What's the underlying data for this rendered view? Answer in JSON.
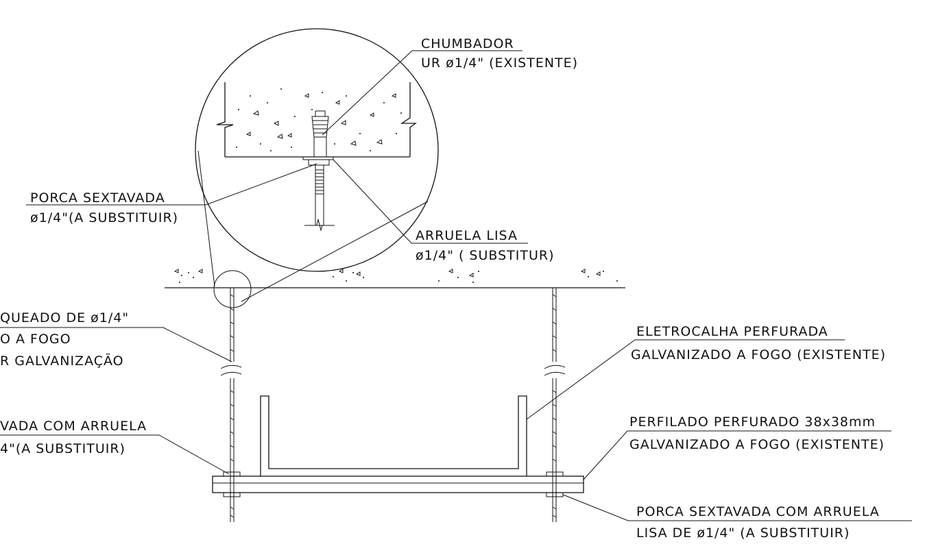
{
  "labels": {
    "chumbador_1": "CHUMBADOR",
    "chumbador_2": "UR ø1/4\" (EXISTENTE)",
    "porca_top_1": "PORCA SEXTAVADA",
    "porca_top_2": "ø1/4\"(A SUBSTITUIR)",
    "arruela_1": "ARRUELA LISA",
    "arruela_2": "ø1/4\" ( SUBSTITUR)",
    "vergalhao_1": "QUEADO DE ø1/4\"",
    "vergalhao_2": "O A FOGO",
    "vergalhao_3": "R GALVANIZAÇÃO",
    "porca_left_1": "VADA COM ARRUELA",
    "porca_left_2": "4\"(A SUBSTITUIR)",
    "eletrocalha_1": "ELETROCALHA PERFURADA",
    "eletrocalha_2": "GALVANIZADO A FOGO (EXISTENTE)",
    "perfilado_1": "PERFILADO PERFURADO 38x38mm",
    "perfilado_2": "GALVANIZADO A FOGO (EXISTENTE)",
    "porca_bottom_1": "PORCA SEXTAVADA COM ARRUELA",
    "porca_bottom_2": "LISA DE  ø1/4\" (A SUBSTITUIR)"
  }
}
